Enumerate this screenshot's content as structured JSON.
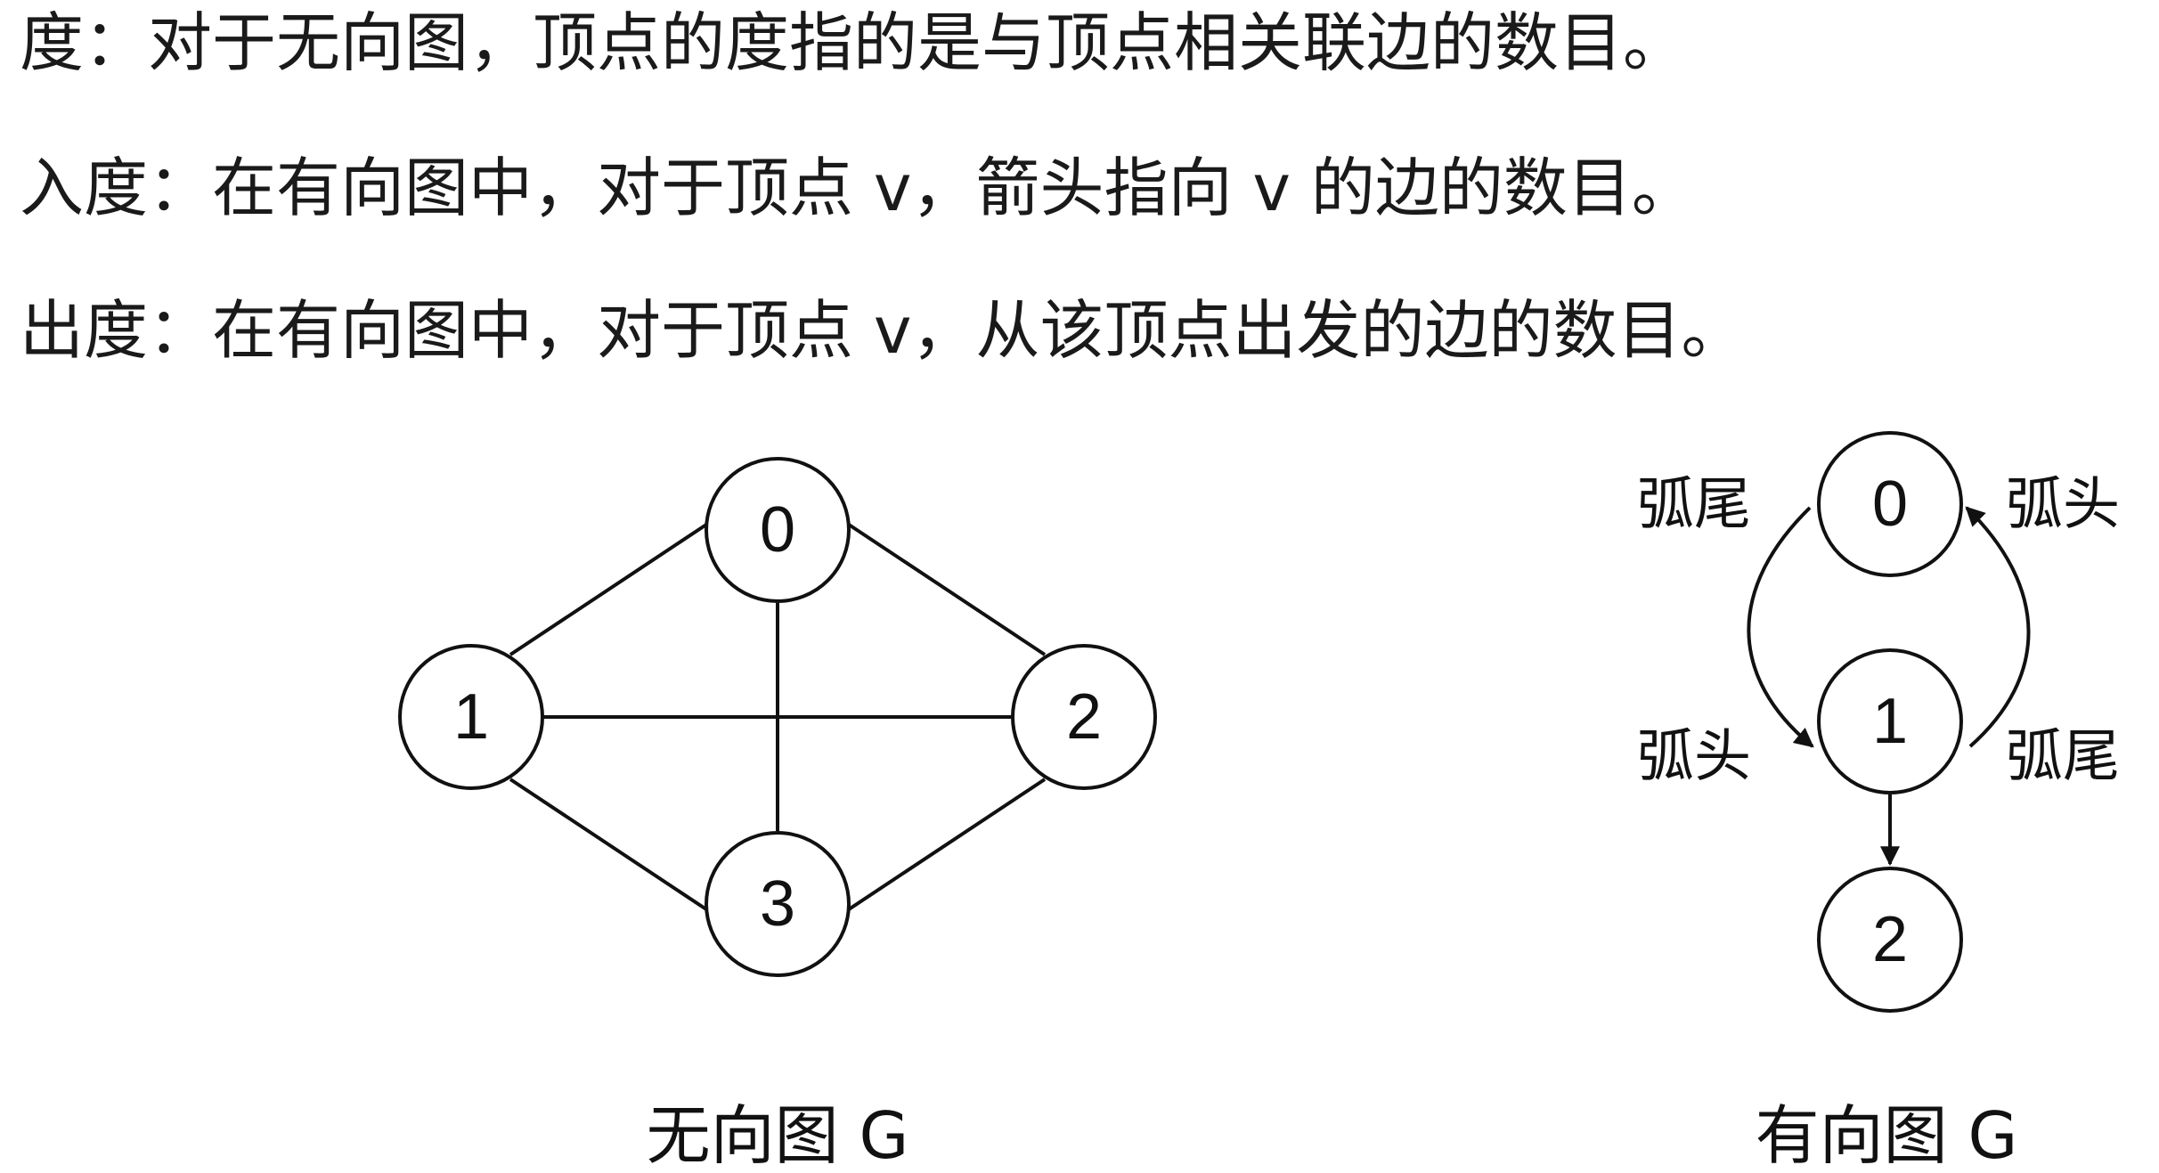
{
  "definitions": {
    "degree": "度：对于无向图，顶点的度指的是与顶点相关联边的数目。",
    "in_degree": "入度：在有向图中，对于顶点 v，箭头指向 v 的边的数目。",
    "out_degree": "出度：在有向图中，对于顶点 v，从该顶点出发的边的数目。"
  },
  "undirected_graph": {
    "caption": "无向图 G",
    "nodes": [
      "0",
      "1",
      "2",
      "3"
    ]
  },
  "directed_graph": {
    "caption": "有向图 G",
    "nodes": [
      "0",
      "1",
      "2"
    ],
    "labels": {
      "tail_top_left": "弧尾",
      "head_top_right": "弧头",
      "head_bottom_left": "弧头",
      "tail_bottom_right": "弧尾"
    }
  }
}
